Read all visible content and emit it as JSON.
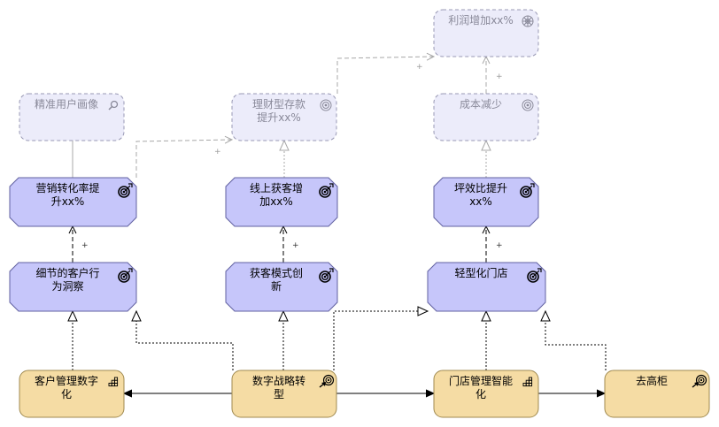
{
  "nodes": [
    {
      "id": "n1",
      "kind": "goal",
      "faded": true,
      "lines": [
        "利润增加xx%"
      ],
      "icon": "goal-wheel-icon"
    },
    {
      "id": "n2",
      "kind": "goal",
      "faded": true,
      "lines": [
        "精准用户画像"
      ],
      "icon": "search-icon"
    },
    {
      "id": "n3",
      "kind": "goal",
      "faded": true,
      "lines": [
        "理财型存款",
        "提升xx%"
      ],
      "icon": "target-icon"
    },
    {
      "id": "n4",
      "kind": "goal",
      "faded": true,
      "lines": [
        "成本减少"
      ],
      "icon": "target-icon"
    },
    {
      "id": "n5",
      "kind": "outcome",
      "faded": false,
      "lines": [
        "营销转化率提",
        "升xx%"
      ],
      "icon": "outcome-target-icon"
    },
    {
      "id": "n6",
      "kind": "outcome",
      "faded": false,
      "lines": [
        "线上获客增",
        "加xx%"
      ],
      "icon": "outcome-target-icon"
    },
    {
      "id": "n7",
      "kind": "outcome",
      "faded": false,
      "lines": [
        "坪效比提升",
        "xx%"
      ],
      "icon": "outcome-target-icon"
    },
    {
      "id": "n8",
      "kind": "outcome",
      "faded": false,
      "lines": [
        "细节的客户行",
        "为洞察"
      ],
      "icon": "outcome-target-icon"
    },
    {
      "id": "n9",
      "kind": "outcome",
      "faded": false,
      "lines": [
        "获客模式创",
        "新"
      ],
      "icon": "outcome-target-icon"
    },
    {
      "id": "n10",
      "kind": "outcome",
      "faded": false,
      "lines": [
        "轻型化门店"
      ],
      "icon": "outcome-target-icon"
    },
    {
      "id": "n11",
      "kind": "capability",
      "faded": false,
      "lines": [
        "客户管理数字",
        "化"
      ],
      "icon": "capability-icon"
    },
    {
      "id": "n12",
      "kind": "strategy",
      "faded": false,
      "lines": [
        "数字战略转",
        "型"
      ],
      "icon": "course-of-action-icon"
    },
    {
      "id": "n13",
      "kind": "capability",
      "faded": false,
      "lines": [
        "门店管理智能",
        "化"
      ],
      "icon": "capability-icon"
    },
    {
      "id": "n14",
      "kind": "strategy",
      "faded": false,
      "lines": [
        "去高柜"
      ],
      "icon": "course-of-action-icon"
    }
  ],
  "edges": [
    {
      "id": "e1",
      "type": "influence",
      "label": "+",
      "faded": true
    },
    {
      "id": "e2",
      "type": "influence",
      "label": "+",
      "faded": true
    },
    {
      "id": "e3",
      "type": "influence",
      "label": "+",
      "faded": true
    },
    {
      "id": "e4",
      "type": "influence",
      "label": "+",
      "faded": false
    },
    {
      "id": "e5",
      "type": "influence",
      "label": "+",
      "faded": false
    },
    {
      "id": "e6",
      "type": "influence",
      "label": "+",
      "faded": false
    },
    {
      "id": "e7",
      "type": "realization",
      "label": "",
      "faded": true
    },
    {
      "id": "e8",
      "type": "realization",
      "label": "",
      "faded": true
    },
    {
      "id": "e9",
      "type": "association",
      "label": "",
      "faded": true
    },
    {
      "id": "e10",
      "type": "realization",
      "label": "",
      "faded": false
    },
    {
      "id": "e11",
      "type": "realization",
      "label": "",
      "faded": false
    },
    {
      "id": "e12",
      "type": "realization",
      "label": "",
      "faded": false
    },
    {
      "id": "e13",
      "type": "realization",
      "label": "",
      "faded": false
    },
    {
      "id": "e14",
      "type": "realization",
      "label": "",
      "faded": false
    },
    {
      "id": "e15",
      "type": "realization",
      "label": "",
      "faded": false
    },
    {
      "id": "e16",
      "type": "serving",
      "label": "",
      "faded": false
    },
    {
      "id": "e17",
      "type": "serving",
      "label": "",
      "faded": false
    },
    {
      "id": "e18",
      "type": "serving",
      "label": "",
      "faded": false
    }
  ],
  "colors": {
    "goal_fill": "#ececfa",
    "goal_stroke": "#9898b4",
    "outcome_fill": "#c6c6fa",
    "outcome_stroke": "#6060a0",
    "capability_fill": "#f5dca4",
    "capability_stroke": "#a08a50",
    "faded_edge": "#a8a8a8",
    "edge": "#000000"
  }
}
